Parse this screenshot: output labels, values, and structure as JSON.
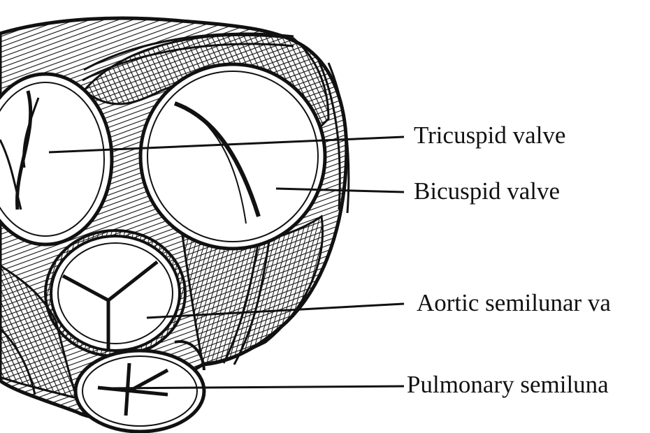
{
  "labels": {
    "tricuspid": "Tricuspid valve",
    "bicuspid": "Bicuspid valve",
    "aortic": "Aortic semilunar va",
    "pulmonary": "Pulmonary semiluna"
  },
  "colors": {
    "ink": "#111111",
    "background": "#ffffff"
  }
}
